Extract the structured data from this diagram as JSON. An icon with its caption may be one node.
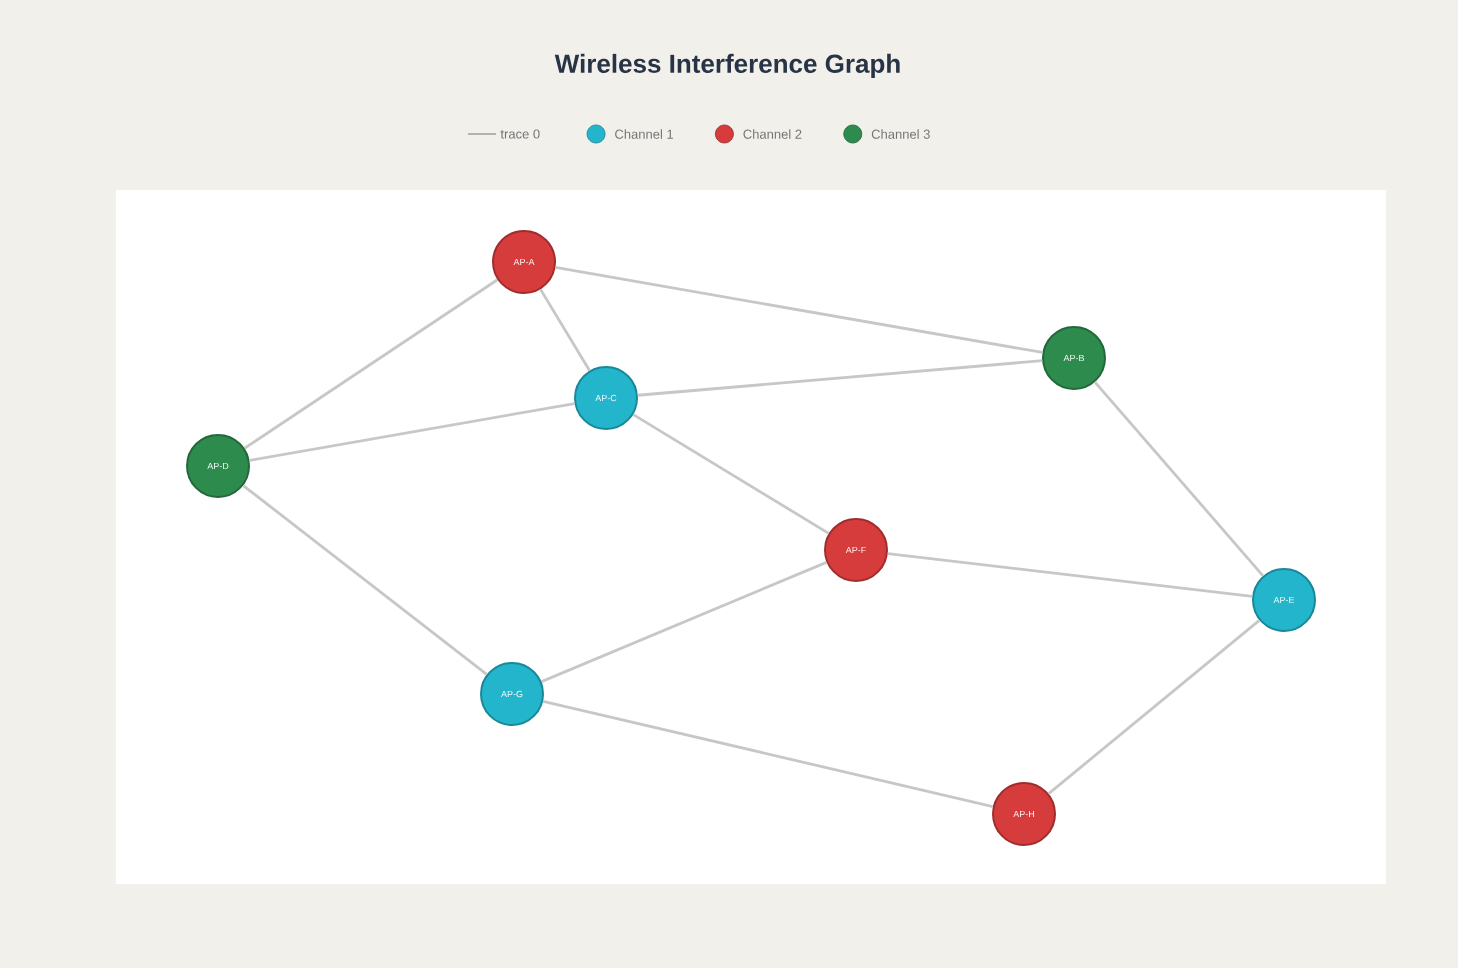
{
  "diagram": {
    "title": "Wireless Interference Graph",
    "nodes": [
      {
        "text": [
          "AP-A"
        ]
      },
      {
        "text": [
          "AP-B"
        ]
      },
      {
        "text": [
          "AP-C"
        ]
      },
      {
        "text": [
          "AP-D"
        ]
      },
      {
        "text": [
          "AP-E"
        ]
      },
      {
        "text": [
          "AP-F"
        ]
      },
      {
        "text": [
          "AP-G"
        ]
      },
      {
        "text": [
          "AP-H"
        ]
      }
    ],
    "edges": [
      {
        "from": 3,
        "to": 0,
        "arrow": "none"
      },
      {
        "from": 0,
        "to": 2,
        "arrow": "none"
      },
      {
        "from": 0,
        "to": 1,
        "arrow": "none"
      },
      {
        "from": 3,
        "to": 2,
        "arrow": "none"
      },
      {
        "from": 2,
        "to": 1,
        "arrow": "none"
      },
      {
        "from": 2,
        "to": 5,
        "arrow": "none"
      },
      {
        "from": 3,
        "to": 6,
        "arrow": "none"
      },
      {
        "from": 6,
        "to": 5,
        "arrow": "none"
      },
      {
        "from": 5,
        "to": 4,
        "arrow": "none"
      },
      {
        "from": 1,
        "to": 4,
        "arrow": "none"
      },
      {
        "from": 6,
        "to": 7,
        "arrow": "none"
      },
      {
        "from": 7,
        "to": 4,
        "arrow": "none"
      }
    ],
    "legend": [
      {
        "text": "trace 0"
      },
      {
        "text": "Channel 1",
        "color": "#22b5cc"
      },
      {
        "text": "Channel 2",
        "color": "#d63c3c"
      },
      {
        "text": "Channel 3",
        "color": "#2e8b4e"
      }
    ]
  }
}
